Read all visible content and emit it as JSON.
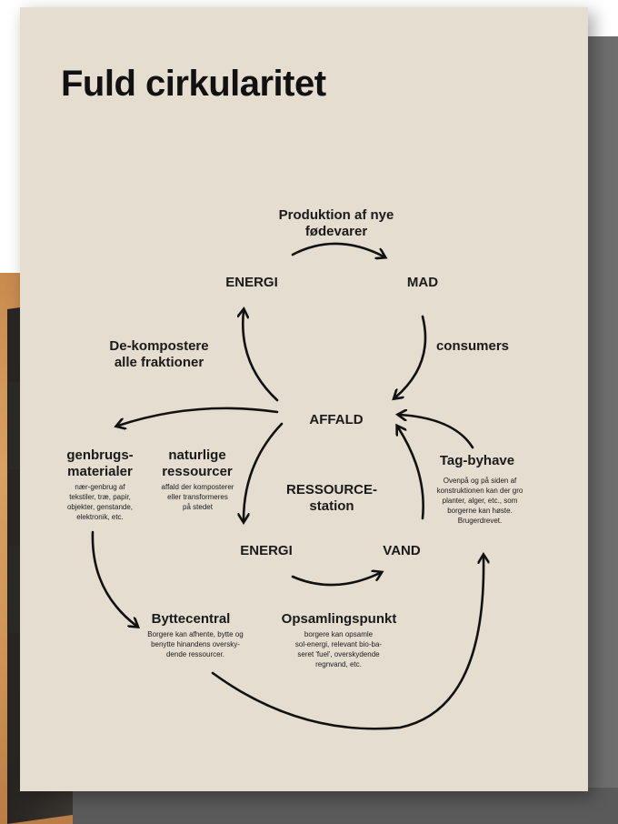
{
  "title": "Fuld cirkularitet",
  "nodes": {
    "energi_top": "ENERGI",
    "mad": "MAD",
    "affald": "AFFALD",
    "ressource_line1": "RESSOURCE-",
    "ressource_line2": "station",
    "energi_bottom": "ENERGI",
    "vand": "VAND"
  },
  "labels": {
    "produktion_line1": "Produktion af nye",
    "produktion_line2": "fødevarer",
    "consumers": "consumers",
    "dekompostere_line1": "De-kompostere",
    "dekompostere_line2": "alle fraktioner",
    "genbrug_line1": "genbrugs-",
    "genbrug_line2": "materialer",
    "naturlige_line1": "naturlige",
    "naturlige_line2": "ressourcer",
    "tagbyhave": "Tag-byhave",
    "byttecentral": "Byttecentral",
    "opsamlingspunkt": "Opsamlingspunkt"
  },
  "descriptions": {
    "genbrug": [
      "nær-genbrug af",
      "tekstiler, træ, papir,",
      "objekter, genstande,",
      "elektronik, etc."
    ],
    "naturlige": [
      "affald der komposterer",
      "eller transformeres",
      "på stedet"
    ],
    "tagbyhave": [
      "Ovenpå og på siden af",
      "konstruktionen kan der gro",
      "planter, alger, etc., som",
      "borgerne kan høste.",
      "Brugerdrevet."
    ],
    "byttecentral": [
      "Borgere kan afhente, bytte og",
      "benytte hinandens oversky-",
      "dende ressourcer."
    ],
    "opsamlingspunkt": [
      "borgere kan opsamle",
      "sol-energi, relevant bio-ba-",
      "seret 'fuel', overskydende",
      "regnvand, etc."
    ]
  },
  "colors": {
    "poster_bg": "#e4ddd0",
    "text": "#1a1a1a",
    "arrow": "#111111"
  }
}
